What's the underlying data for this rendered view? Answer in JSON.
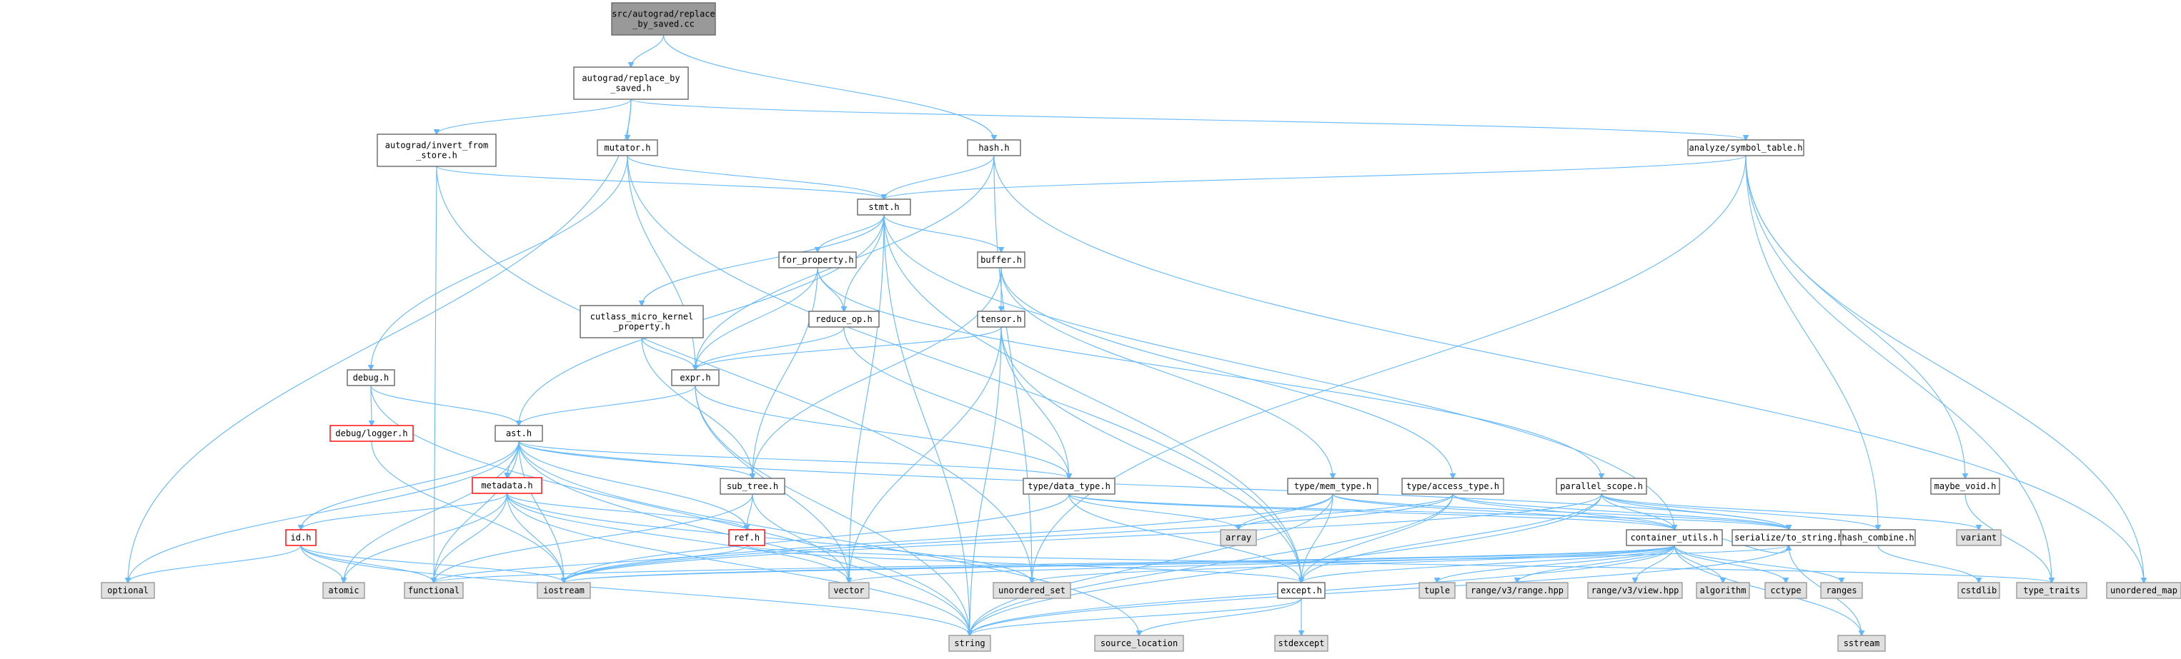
{
  "graph": {
    "nodes": [
      {
        "id": "root",
        "label": "src/autograd/replace\n_by_saved.cc",
        "kind": "root"
      },
      {
        "id": "replace_h",
        "label": "autograd/replace_by\n_saved.h",
        "kind": "normal"
      },
      {
        "id": "hash",
        "label": "hash.h",
        "kind": "normal"
      },
      {
        "id": "invert",
        "label": "autograd/invert_from\n_store.h",
        "kind": "normal"
      },
      {
        "id": "mutator",
        "label": "mutator.h",
        "kind": "normal"
      },
      {
        "id": "analyze",
        "label": "analyze/symbol_table.h",
        "kind": "normal"
      },
      {
        "id": "stmt",
        "label": "stmt.h",
        "kind": "normal"
      },
      {
        "id": "for_prop",
        "label": "for_property.h",
        "kind": "normal"
      },
      {
        "id": "buffer",
        "label": "buffer.h",
        "kind": "normal"
      },
      {
        "id": "cutlass",
        "label": "cutlass_micro_kernel\n_property.h",
        "kind": "normal"
      },
      {
        "id": "reduce",
        "label": "reduce_op.h",
        "kind": "normal"
      },
      {
        "id": "tensor",
        "label": "tensor.h",
        "kind": "normal"
      },
      {
        "id": "debug",
        "label": "debug.h",
        "kind": "normal"
      },
      {
        "id": "expr",
        "label": "expr.h",
        "kind": "normal"
      },
      {
        "id": "logger",
        "label": "debug/logger.h",
        "kind": "truncated"
      },
      {
        "id": "ast",
        "label": "ast.h",
        "kind": "normal"
      },
      {
        "id": "metadata",
        "label": "metadata.h",
        "kind": "truncated"
      },
      {
        "id": "subtree",
        "label": "sub_tree.h",
        "kind": "normal"
      },
      {
        "id": "datatype",
        "label": "type/data_type.h",
        "kind": "normal"
      },
      {
        "id": "memtype",
        "label": "type/mem_type.h",
        "kind": "normal"
      },
      {
        "id": "access",
        "label": "type/access_type.h",
        "kind": "normal"
      },
      {
        "id": "parallel",
        "label": "parallel_scope.h",
        "kind": "normal"
      },
      {
        "id": "maybevoid",
        "label": "maybe_void.h",
        "kind": "normal"
      },
      {
        "id": "idh",
        "label": "id.h",
        "kind": "truncated"
      },
      {
        "id": "refh",
        "label": "ref.h",
        "kind": "truncated"
      },
      {
        "id": "container",
        "label": "container_utils.h",
        "kind": "normal"
      },
      {
        "id": "serialize",
        "label": "serialize/to_string.h",
        "kind": "normal"
      },
      {
        "id": "hashcomb",
        "label": "hash_combine.h",
        "kind": "normal"
      },
      {
        "id": "except",
        "label": "except.h",
        "kind": "normal"
      },
      {
        "id": "optional",
        "label": "optional",
        "kind": "system"
      },
      {
        "id": "atomic",
        "label": "atomic",
        "kind": "system"
      },
      {
        "id": "functional",
        "label": "functional",
        "kind": "system"
      },
      {
        "id": "iostream",
        "label": "iostream",
        "kind": "system"
      },
      {
        "id": "vector",
        "label": "vector",
        "kind": "system"
      },
      {
        "id": "unordered_set",
        "label": "unordered_set",
        "kind": "system"
      },
      {
        "id": "array",
        "label": "array",
        "kind": "system"
      },
      {
        "id": "variant",
        "label": "variant",
        "kind": "system"
      },
      {
        "id": "tuple",
        "label": "tuple",
        "kind": "system"
      },
      {
        "id": "range_hpp",
        "label": "range/v3/range.hpp",
        "kind": "system"
      },
      {
        "id": "view_hpp",
        "label": "range/v3/view.hpp",
        "kind": "system"
      },
      {
        "id": "algorithm",
        "label": "algorithm",
        "kind": "system"
      },
      {
        "id": "cctype",
        "label": "cctype",
        "kind": "system"
      },
      {
        "id": "ranges",
        "label": "ranges",
        "kind": "system"
      },
      {
        "id": "cstdlib",
        "label": "cstdlib",
        "kind": "system"
      },
      {
        "id": "type_traits",
        "label": "type_traits",
        "kind": "system"
      },
      {
        "id": "unordered_map",
        "label": "unordered_map",
        "kind": "system"
      },
      {
        "id": "string",
        "label": "string",
        "kind": "system"
      },
      {
        "id": "source_location",
        "label": "source_location",
        "kind": "system"
      },
      {
        "id": "stdexcept",
        "label": "stdexcept",
        "kind": "system"
      },
      {
        "id": "sstream",
        "label": "sstream",
        "kind": "system"
      }
    ],
    "edges": [
      [
        "root",
        "replace_h"
      ],
      [
        "root",
        "hash"
      ],
      [
        "replace_h",
        "invert"
      ],
      [
        "replace_h",
        "mutator"
      ],
      [
        "replace_h",
        "analyze"
      ],
      [
        "replace_h",
        "optional"
      ],
      [
        "invert",
        "stmt"
      ],
      [
        "invert",
        "functional"
      ],
      [
        "invert",
        "unordered_set"
      ],
      [
        "mutator",
        "stmt"
      ],
      [
        "mutator",
        "debug"
      ],
      [
        "mutator",
        "expr"
      ],
      [
        "mutator",
        "except"
      ],
      [
        "hash",
        "stmt"
      ],
      [
        "hash",
        "expr"
      ],
      [
        "hash",
        "unordered_set"
      ],
      [
        "hash",
        "unordered_map"
      ],
      [
        "analyze",
        "stmt"
      ],
      [
        "analyze",
        "maybevoid"
      ],
      [
        "analyze",
        "unordered_set"
      ],
      [
        "analyze",
        "unordered_map"
      ],
      [
        "analyze",
        "type_traits"
      ],
      [
        "analyze",
        "hashcomb"
      ],
      [
        "stmt",
        "ast"
      ],
      [
        "stmt",
        "for_prop"
      ],
      [
        "stmt",
        "buffer"
      ],
      [
        "stmt",
        "cutlass"
      ],
      [
        "stmt",
        "reduce"
      ],
      [
        "stmt",
        "container"
      ],
      [
        "stmt",
        "vector"
      ],
      [
        "stmt",
        "string"
      ],
      [
        "stmt",
        "except"
      ],
      [
        "for_prop",
        "expr"
      ],
      [
        "for_prop",
        "reduce"
      ],
      [
        "for_prop",
        "subtree"
      ],
      [
        "for_prop",
        "parallel"
      ],
      [
        "buffer",
        "tensor"
      ],
      [
        "buffer",
        "access"
      ],
      [
        "buffer",
        "memtype"
      ],
      [
        "buffer",
        "subtree"
      ],
      [
        "cutlass",
        "expr"
      ],
      [
        "cutlass",
        "subtree"
      ],
      [
        "reduce",
        "expr"
      ],
      [
        "reduce",
        "datatype"
      ],
      [
        "tensor",
        "expr"
      ],
      [
        "tensor",
        "datatype"
      ],
      [
        "tensor",
        "except"
      ],
      [
        "tensor",
        "vector"
      ],
      [
        "tensor",
        "string"
      ],
      [
        "debug",
        "ast"
      ],
      [
        "debug",
        "logger"
      ],
      [
        "debug",
        "string"
      ],
      [
        "expr",
        "ast"
      ],
      [
        "expr",
        "datatype"
      ],
      [
        "expr",
        "vector"
      ],
      [
        "expr",
        "string"
      ],
      [
        "logger",
        "iostream"
      ],
      [
        "ast",
        "metadata"
      ],
      [
        "ast",
        "subtree"
      ],
      [
        "ast",
        "datatype"
      ],
      [
        "ast",
        "idh"
      ],
      [
        "ast",
        "refh"
      ],
      [
        "ast",
        "serialize"
      ],
      [
        "ast",
        "optional"
      ],
      [
        "ast",
        "atomic"
      ],
      [
        "ast",
        "functional"
      ],
      [
        "ast",
        "iostream"
      ],
      [
        "ast",
        "string"
      ],
      [
        "ast",
        "source_location"
      ],
      [
        "metadata",
        "idh"
      ],
      [
        "metadata",
        "refh"
      ],
      [
        "metadata",
        "atomic"
      ],
      [
        "metadata",
        "functional"
      ],
      [
        "metadata",
        "iostream"
      ],
      [
        "metadata",
        "string"
      ],
      [
        "metadata",
        "vector"
      ],
      [
        "metadata",
        "unordered_set"
      ],
      [
        "subtree",
        "refh"
      ],
      [
        "subtree",
        "vector"
      ],
      [
        "subtree",
        "functional"
      ],
      [
        "datatype",
        "container"
      ],
      [
        "datatype",
        "serialize"
      ],
      [
        "datatype",
        "except"
      ],
      [
        "datatype",
        "array"
      ],
      [
        "datatype",
        "iostream"
      ],
      [
        "memtype",
        "container"
      ],
      [
        "memtype",
        "serialize"
      ],
      [
        "memtype",
        "except"
      ],
      [
        "memtype",
        "array"
      ],
      [
        "memtype",
        "iostream"
      ],
      [
        "memtype",
        "string"
      ],
      [
        "access",
        "container"
      ],
      [
        "access",
        "serialize"
      ],
      [
        "access",
        "except"
      ],
      [
        "access",
        "array"
      ],
      [
        "access",
        "iostream"
      ],
      [
        "access",
        "string"
      ],
      [
        "parallel",
        "container"
      ],
      [
        "parallel",
        "serialize"
      ],
      [
        "parallel",
        "except"
      ],
      [
        "parallel",
        "variant"
      ],
      [
        "parallel",
        "iostream"
      ],
      [
        "parallel",
        "string"
      ],
      [
        "parallel",
        "hashcomb"
      ],
      [
        "maybevoid",
        "type_traits"
      ],
      [
        "idh",
        "atomic"
      ],
      [
        "idh",
        "functional"
      ],
      [
        "idh",
        "iostream"
      ],
      [
        "idh",
        "optional"
      ],
      [
        "idh",
        "string"
      ],
      [
        "refh",
        "except"
      ],
      [
        "refh",
        "functional"
      ],
      [
        "refh",
        "type_traits"
      ],
      [
        "container",
        "except"
      ],
      [
        "container",
        "tuple"
      ],
      [
        "container",
        "range_hpp"
      ],
      [
        "container",
        "view_hpp"
      ],
      [
        "container",
        "algorithm"
      ],
      [
        "container",
        "cctype"
      ],
      [
        "container",
        "ranges"
      ],
      [
        "container",
        "sstream"
      ],
      [
        "container",
        "string"
      ],
      [
        "container",
        "vector"
      ],
      [
        "container",
        "unordered_set"
      ],
      [
        "container",
        "iostream"
      ],
      [
        "container",
        "functional"
      ],
      [
        "container",
        "serialize"
      ],
      [
        "serialize",
        "iostream"
      ],
      [
        "serialize",
        "sstream"
      ],
      [
        "serialize",
        "string"
      ],
      [
        "hashcomb",
        "cstdlib"
      ],
      [
        "except",
        "stdexcept"
      ],
      [
        "except",
        "source_location"
      ],
      [
        "except",
        "string"
      ]
    ]
  }
}
